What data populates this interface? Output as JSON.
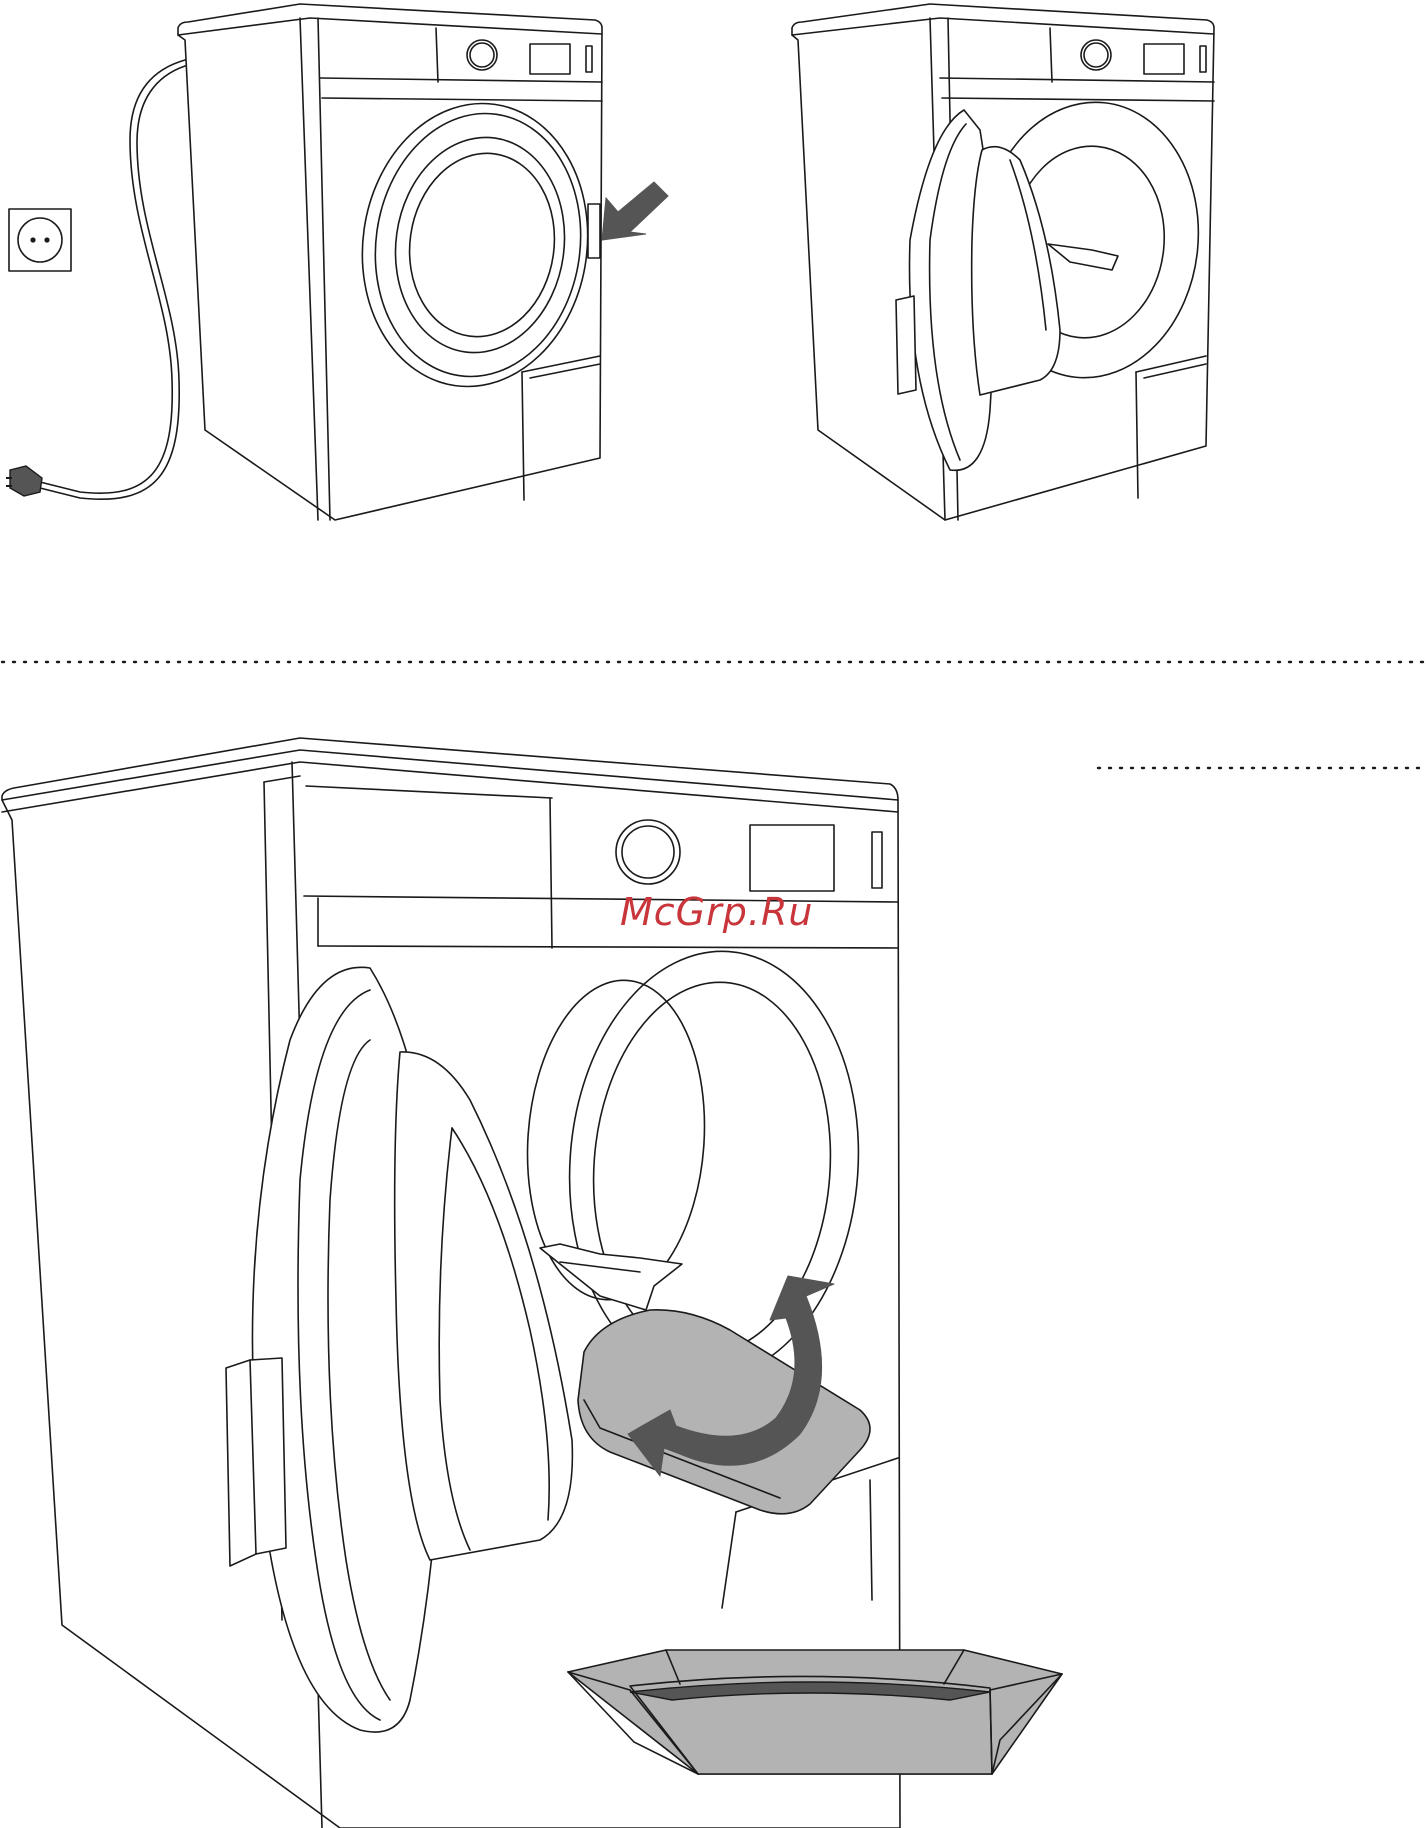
{
  "watermark": {
    "text": "McGrp.Ru",
    "color": "#c8353b"
  },
  "colors": {
    "line": "#1a1a1a",
    "arrow": "#555555",
    "fill_gray": "#b3b3b3",
    "background": "#ffffff"
  },
  "panels": [
    {
      "id": "step-1",
      "shows": [
        "wall-socket-icon",
        "power-plug-icon",
        "washing-machine-door-closed",
        "push-arrow-icon"
      ]
    },
    {
      "id": "step-2",
      "shows": [
        "washing-machine-door-open",
        "door-seal"
      ]
    },
    {
      "id": "step-3",
      "shows": [
        "washing-machine-door-open-large",
        "filter-cover",
        "rotate-arrow-icon",
        "water-tray"
      ]
    }
  ]
}
